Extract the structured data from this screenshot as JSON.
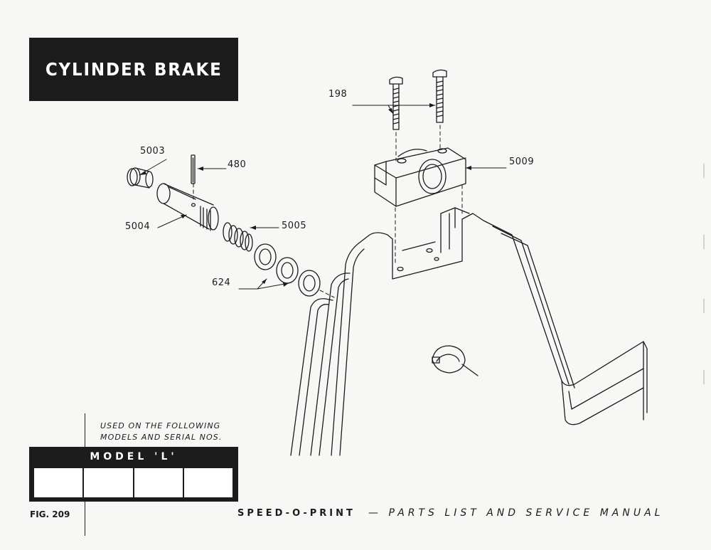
{
  "title": "CYLINDER BRAKE",
  "callouts": {
    "c198": "198",
    "c5003": "5003",
    "c480": "480",
    "c5009": "5009",
    "c5004": "5004",
    "c5005": "5005",
    "c624": "624"
  },
  "used_on": {
    "line1": "USED ON THE FOLLOWING",
    "line2": "MODELS AND SERIAL NOS."
  },
  "model": {
    "label": "MODEL 'L'",
    "cells": [
      "",
      "",
      "",
      ""
    ]
  },
  "figure": "FIG. 209",
  "footer": {
    "brand": "SPEED-O-PRINT",
    "rest": "— PARTS LIST AND SERVICE MANUAL"
  },
  "colors": {
    "ink": "#1b1b1b",
    "paper": "#f7f7f5",
    "panel": "#1c1c1c"
  }
}
